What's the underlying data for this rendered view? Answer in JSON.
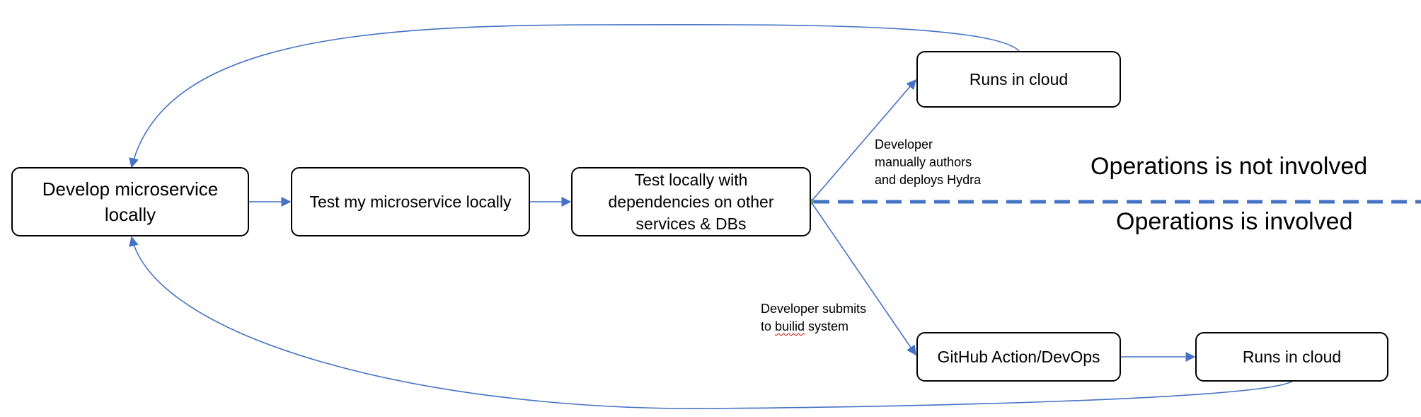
{
  "nodes": {
    "develop": "Develop microservice locally",
    "test_local": "Test my microservice locally",
    "test_deps": "Test locally with dependencies on other services & DBs",
    "runs_cloud_top": "Runs in cloud",
    "github": "GitHub Action/DevOps",
    "runs_cloud_bottom": "Runs in cloud"
  },
  "edge_labels": {
    "manual": "Developer\nmanually authors\nand deploys Hydra",
    "submit_line1": "Developer submits",
    "submit_prefix": "to ",
    "submit_misspelled": "builid",
    "submit_suffix": " system"
  },
  "zones": {
    "not_involved": "Operations is not involved",
    "involved": "Operations is involved"
  },
  "colors": {
    "connector": "#4472c4",
    "divider": "#4472c4",
    "junction": "#70ad47"
  }
}
